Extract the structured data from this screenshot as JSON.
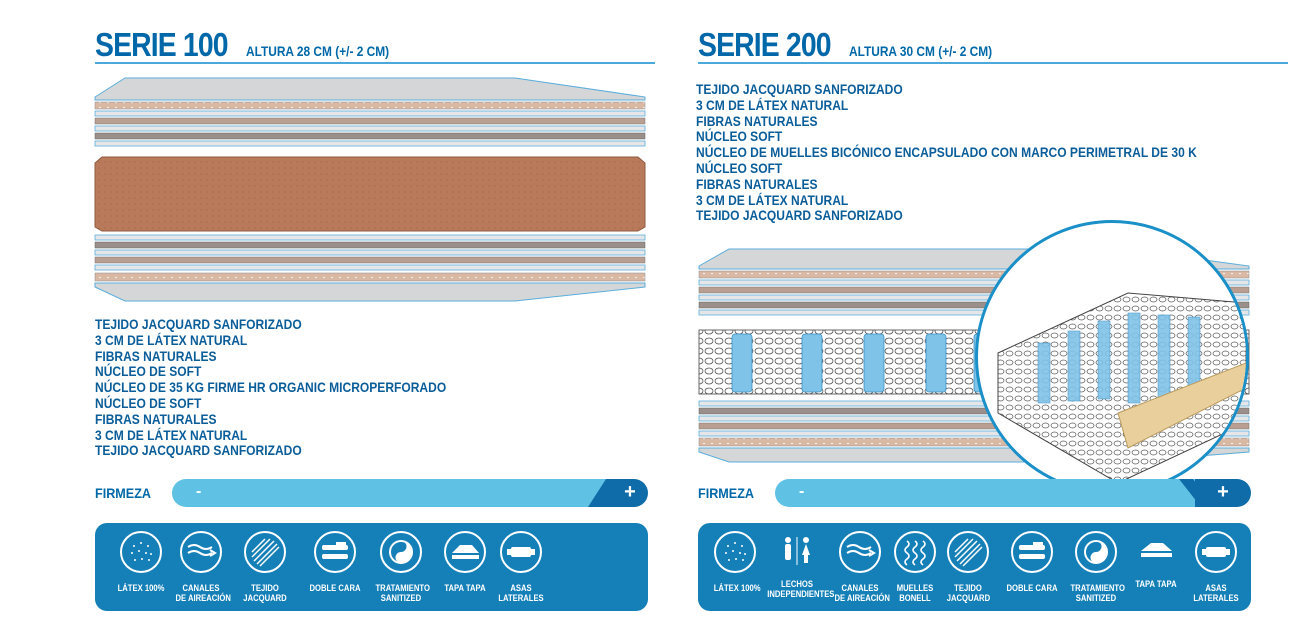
{
  "series100": {
    "title": "SERIE 100",
    "height": "ALTURA 28 CM (+/- 2 CM)",
    "layers": [
      "TEJIDO JACQUARD SANFORIZADO",
      "3 CM DE LÁTEX NATURAL",
      "FIBRAS NATURALES",
      "NÚCLEO DE SOFT",
      "NÚCLEO DE 35 KG FIRME HR ORGANIC MICROPERFORADO",
      "NÚCLEO DE SOFT",
      "FIBRAS NATURALES",
      "3 CM DE LÁTEX NATURAL",
      "TEJIDO JACQUARD SANFORIZADO"
    ],
    "firmeza": {
      "label": "FIRMEZA",
      "minus": "-",
      "plus": "+"
    },
    "features": [
      {
        "icon": "latex-icon",
        "label": "LÁTEX 100%"
      },
      {
        "icon": "airflow-icon",
        "label": "CANALES\nDE AIREACIÓN"
      },
      {
        "icon": "jacquard-icon",
        "label": "TEJIDO\nJACQUARD"
      },
      {
        "icon": "double-side-icon",
        "label": "DOBLE CARA"
      },
      {
        "icon": "sanitized-icon",
        "label": "TRATAMIENTO\nSANITIZED"
      },
      {
        "icon": "pillow-top-icon",
        "label": "TAPA TAPA"
      },
      {
        "icon": "handles-icon",
        "label": "ASAS\nLATERALES"
      }
    ]
  },
  "series200": {
    "title": "SERIE 200",
    "height": "ALTURA 30 CM (+/- 2 CM)",
    "layers": [
      "TEJIDO JACQUARD SANFORIZADO",
      "3 CM DE LÁTEX NATURAL",
      "FIBRAS NATURALES",
      "NÚCLEO SOFT",
      "NÚCLEO DE MUELLES BICÓNICO ENCAPSULADO CON MARCO PERIMETRAL DE 30 K",
      "NÚCLEO SOFT",
      "FIBRAS NATURALES",
      "3 CM DE LÁTEX NATURAL",
      "TEJIDO JACQUARD SANFORIZADO"
    ],
    "firmeza": {
      "label": "FIRMEZA",
      "minus": "-",
      "plus": "+"
    },
    "features": [
      {
        "icon": "latex-icon",
        "label": "LÁTEX 100%"
      },
      {
        "icon": "independent-beds-icon",
        "label": "LECHOS\nINDEPENDIENTES"
      },
      {
        "icon": "airflow-icon",
        "label": "CANALES\nDE AIREACIÓN"
      },
      {
        "icon": "springs-icon",
        "label": "MUELLES\nBONELL"
      },
      {
        "icon": "jacquard-icon",
        "label": "TEJIDO\nJACQUARD"
      },
      {
        "icon": "double-side-icon",
        "label": "DOBLE CARA"
      },
      {
        "icon": "sanitized-icon",
        "label": "TRATAMIENTO\nSANITIZED"
      },
      {
        "icon": "pillow-top-icon",
        "label": "TAPA TAPA"
      },
      {
        "icon": "handles-icon",
        "label": "ASAS\nLATERALES"
      }
    ]
  },
  "colors": {
    "brand_blue": "#0068a8",
    "light_blue": "#5fc2e4",
    "panel_blue": "#1580b8",
    "latex": "#d9b8a4",
    "core": "#b87a5a"
  }
}
